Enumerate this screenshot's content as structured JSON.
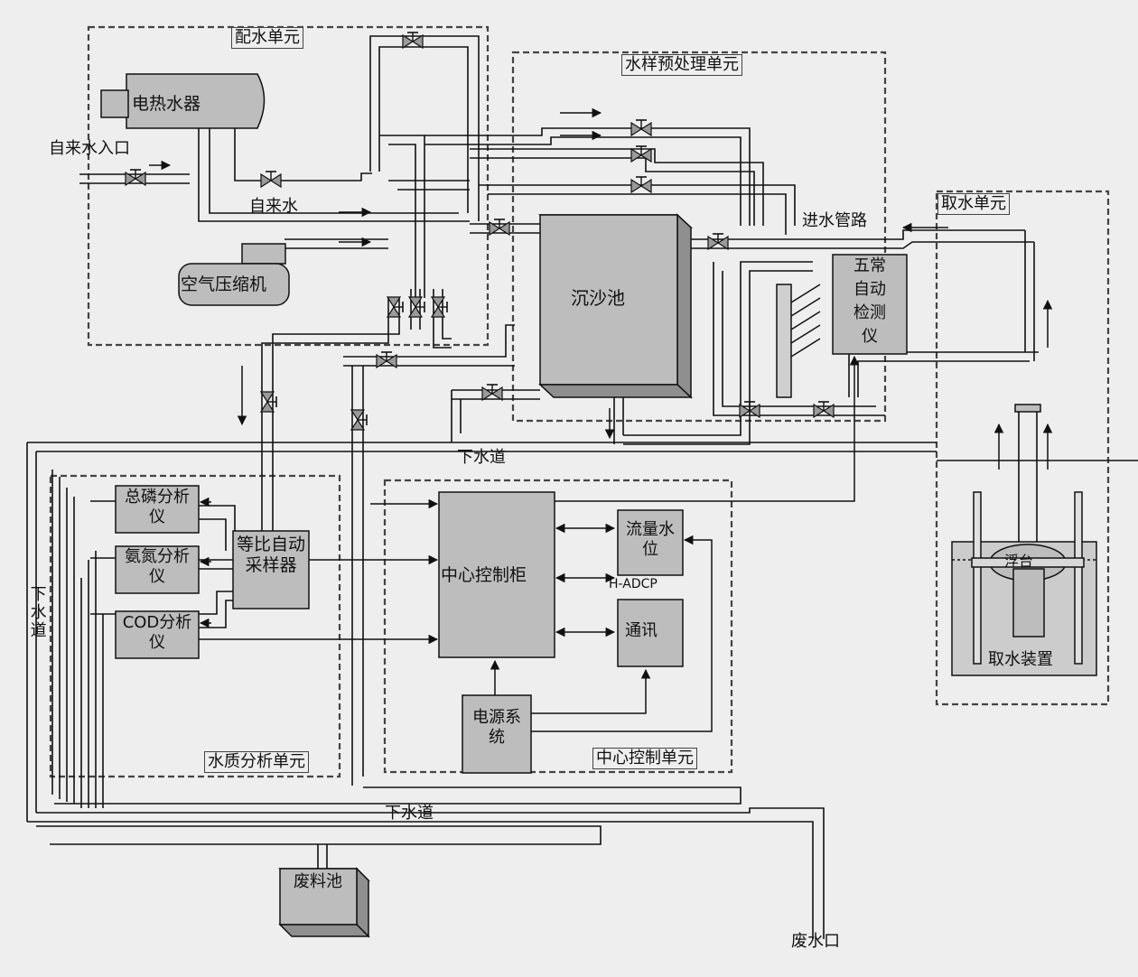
{
  "units": {
    "water_distribution": "配水单元",
    "sample_pretreatment": "水样预处理单元",
    "water_intake": "取水单元",
    "quality_analysis": "水质分析单元",
    "central_control": "中心控制单元"
  },
  "devices": {
    "water_heater": "电热水器",
    "air_compressor": "空气压缩机",
    "grit_chamber": "沉沙池",
    "five_param_line1": "五常",
    "five_param_line2": "自动",
    "five_param_line3": "检测",
    "five_param_line4": "仪",
    "phosphorus_analyzer": "总磷分析仪",
    "nitrogen_analyzer": "氨氮分析仪",
    "cod_analyzer": "COD分析仪",
    "proportional_sampler": "等比自动采样器",
    "central_cabinet": "中心控制柜",
    "flow_level": "流量水位",
    "hadcp": "H-ADCP",
    "communication": "通讯",
    "power_system": "电源系统",
    "waste_tank": "废料池",
    "float": "浮台",
    "intake_device": "取水装置"
  },
  "labels": {
    "tap_inlet": "自来水入口",
    "tap_water": "自来水",
    "inlet_pipe": "进水管路",
    "sewer_mid": "下水道",
    "sewer_bottom": "下水道",
    "sewer_left": "下水道",
    "waste_outlet": "废水口"
  },
  "colors": {
    "background": "#eeeeee",
    "box_fill": "#bdbdbd",
    "box_side": "#8f8f8f",
    "box_top": "#a8a8a8",
    "line": "#111111",
    "dashed": "#444444"
  }
}
